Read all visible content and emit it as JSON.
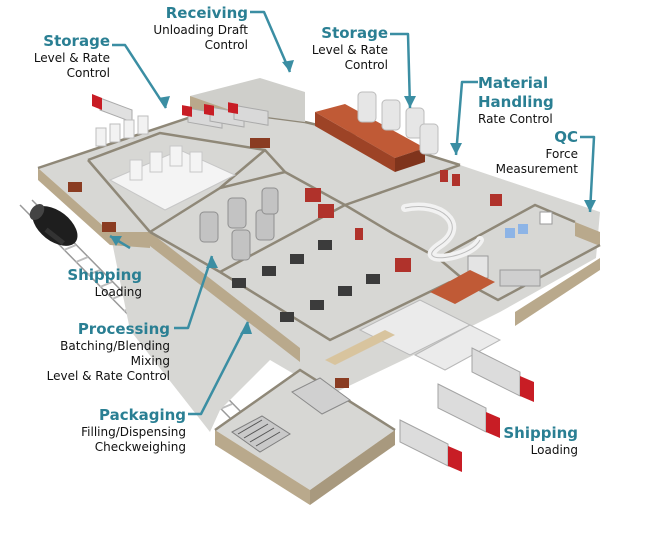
{
  "colors": {
    "title": "#2a7f93",
    "leader": "#3b8ea3",
    "wall_side": "#b9a98c",
    "wall_top": "#e9e4da",
    "floor": "#d7d7d4",
    "rooms": "#c9c9c6",
    "brick": "#b5502f",
    "truck_cab": "#c81d25",
    "trailer": "#d9d9d9"
  },
  "labels": {
    "storage_left": {
      "title": "Storage",
      "lines": [
        "Level & Rate",
        "Control"
      ]
    },
    "receiving": {
      "title": "Receiving",
      "lines": [
        "Unloading Draft",
        "Control"
      ]
    },
    "storage_right": {
      "title": "Storage",
      "lines": [
        "Level & Rate",
        "Control"
      ]
    },
    "material_handling": {
      "title": "Material Handling",
      "title_lines": [
        "Material",
        "Handling"
      ],
      "lines": [
        "Rate Control"
      ]
    },
    "qc": {
      "title": "QC",
      "lines": [
        "Force",
        "Measurement"
      ]
    },
    "shipping_left": {
      "title": "Shipping",
      "lines": [
        "Loading"
      ]
    },
    "processing": {
      "title": "Processing",
      "lines": [
        "Batching/Blending",
        "Mixing",
        "Level & Rate Control"
      ]
    },
    "packaging": {
      "title": "Packaging",
      "lines": [
        "Filling/Dispensing",
        "Checkweighing"
      ]
    },
    "shipping_right": {
      "title": "Shipping",
      "lines": [
        "Loading"
      ]
    }
  },
  "icons": [
    "truck-icon",
    "rail-tank-car-icon",
    "silo-icon",
    "conveyor-icon",
    "pallet-icon"
  ]
}
